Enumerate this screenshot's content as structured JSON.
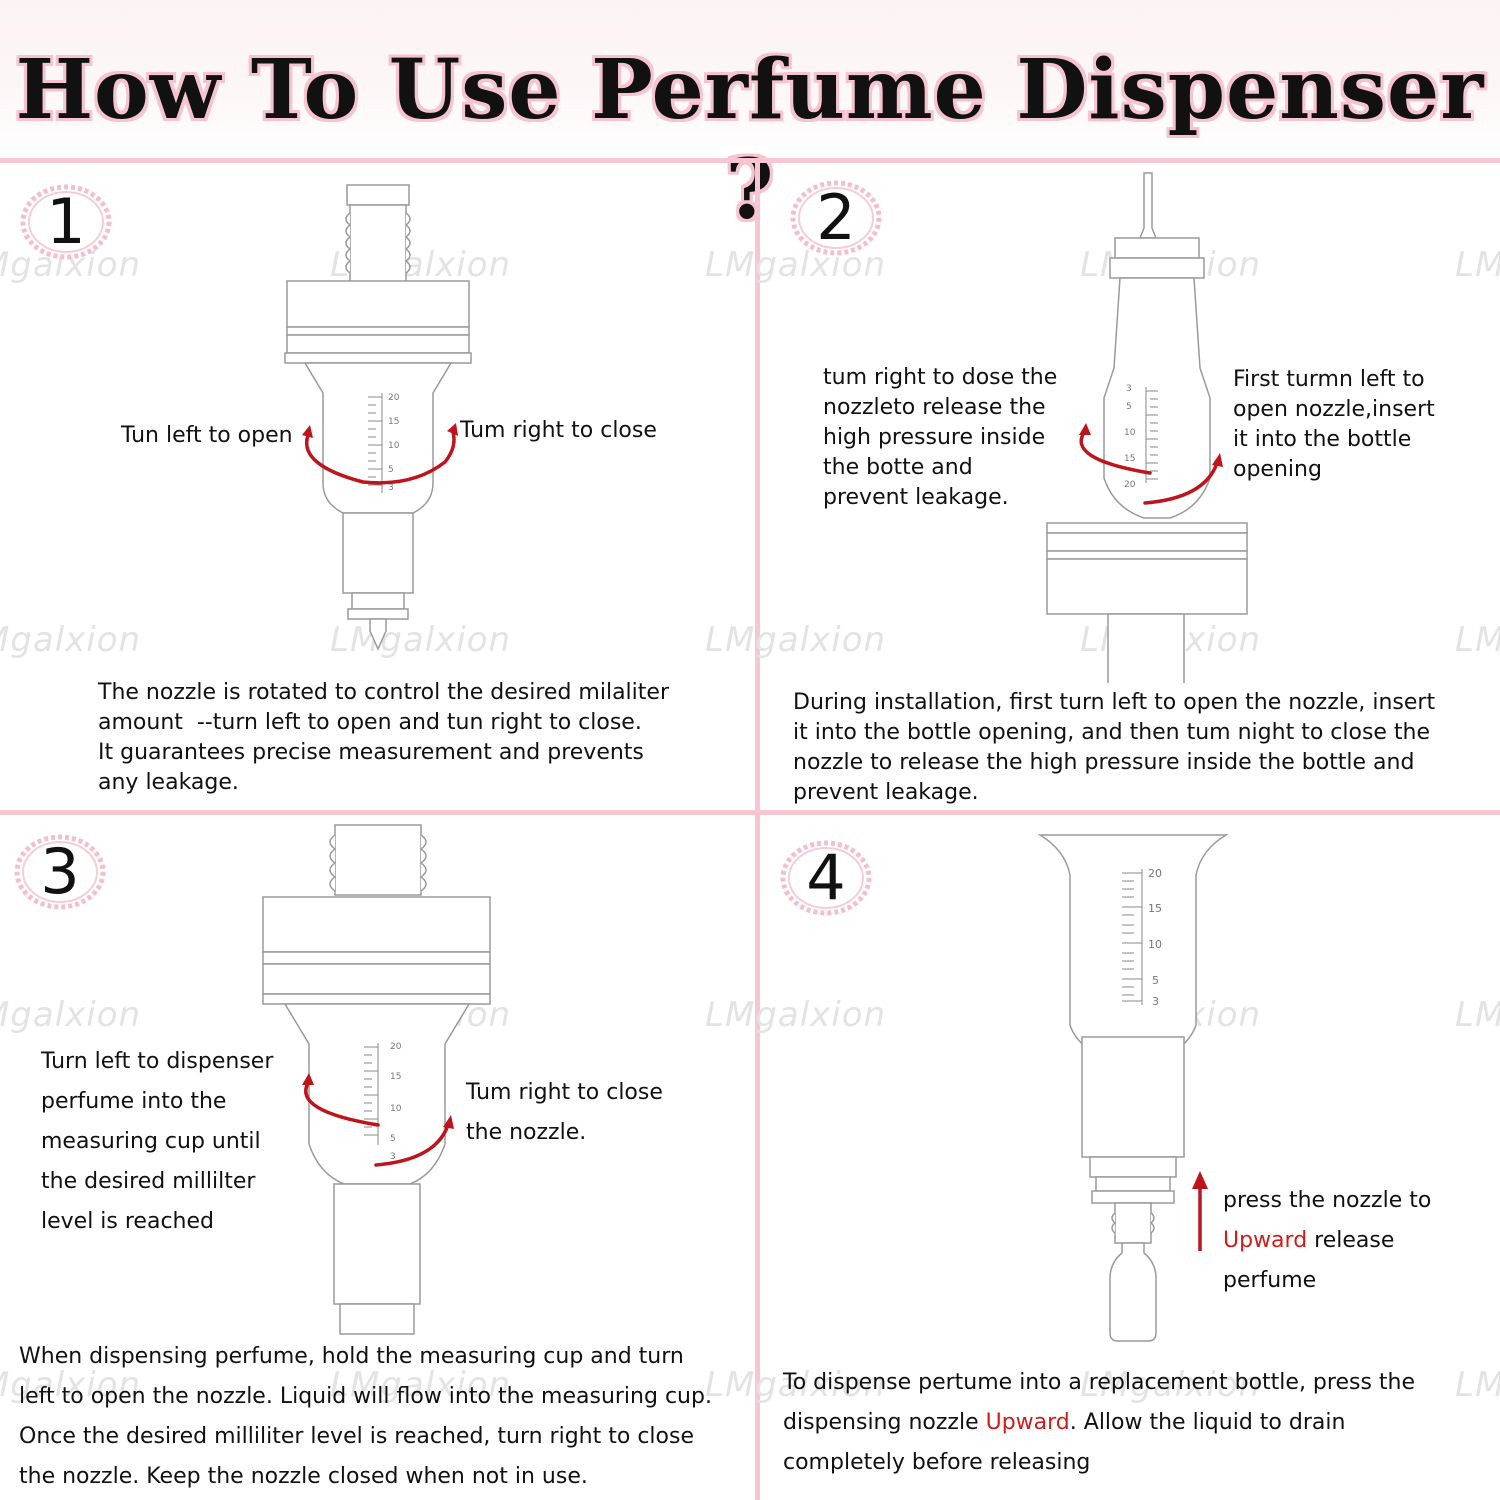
{
  "title": "How To Use Perfume Dispenser ?",
  "watermark": "LMgalxion",
  "colors": {
    "accent_pink": "#f7c6d2",
    "arrow_red": "#c0141c",
    "emphasis_red": "#d01c1c",
    "text": "#111111"
  },
  "steps": [
    {
      "number": "1",
      "left_label": "Tun left to open",
      "right_label": "Tum right to close",
      "description": [
        "The nozzle is rotated to control the desired milaliter",
        "amount  --turn left to open and tun right to close.",
        "It guarantees precise measurement and prevents",
        "any leakage."
      ]
    },
    {
      "number": "2",
      "left_label": [
        "tum right to dose the",
        "nozzleto release the",
        "high pressure inside",
        "the botte and",
        "prevent leakage."
      ],
      "right_label": [
        "First turmn left to",
        "open nozzle,insert",
        "it into the bottle",
        "opening"
      ],
      "description": [
        "During installation, first turn left to open the nozzle, insert",
        "it into the bottle opening, and then tum night to close the",
        "nozzle to release the high pressure inside the bottle and",
        "prevent leakage."
      ]
    },
    {
      "number": "3",
      "left_label": [
        "Turn left to dispenser",
        "perfume into the",
        "measuring cup until",
        "the desired millilter",
        "level is reached"
      ],
      "right_label": [
        "Tum right to close",
        "the nozzle."
      ],
      "description": [
        "When dispensing perfume, hold the measuring cup and turn",
        "left to open the nozzle. Liquid will flow into the measuring cup.",
        "Once the desired milliliter level is reached, turn right to close",
        "the nozzle. Keep the nozzle closed when not in use."
      ]
    },
    {
      "number": "4",
      "right_label": {
        "line1": "press the nozzle to",
        "line2_emph": "Upward",
        "line2_rest": " release",
        "line3": "perfume"
      },
      "description": {
        "line1": "To dispense pertume into a replacement bottle, press the",
        "line2_pre": "dispensing nozzle ",
        "line2_emph": "Upward",
        "line2_post": ". Allow the liquid to drain",
        "line3": "completely before releasing"
      }
    }
  ],
  "scale_marks": {
    "step1": [
      "20",
      "15",
      "10",
      "5",
      "3"
    ],
    "step2": [
      "3",
      "5",
      "10",
      "15",
      "20"
    ],
    "step3": [
      "20",
      "15",
      "10",
      "5",
      "3"
    ],
    "step4": [
      "20",
      "15",
      "10",
      "5",
      "3"
    ]
  }
}
